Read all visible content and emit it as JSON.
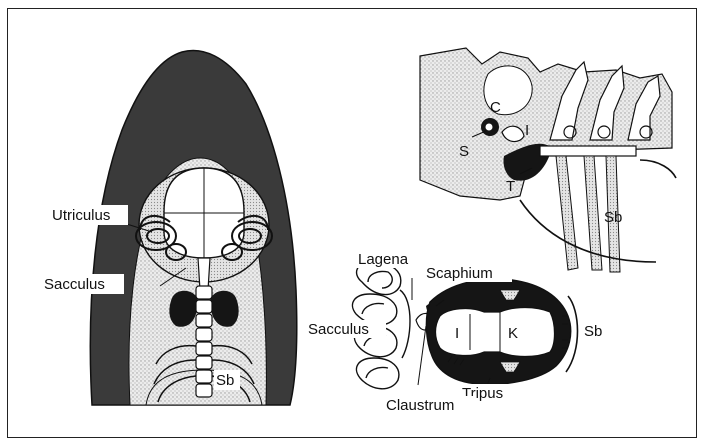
{
  "figure": {
    "colors": {
      "ink": "#111111",
      "dark": "#3a3a3a",
      "stipple": "#d6d6d6",
      "paper": "#ffffff"
    },
    "left_panel": {
      "labels": {
        "utriculus": "Utriculus",
        "sacculus": "Sacculus",
        "swimbladder": "Sb"
      }
    },
    "top_right_panel": {
      "labels": {
        "c": "C",
        "s": "S",
        "i": "I",
        "t": "T",
        "swimbladder": "Sb"
      }
    },
    "bottom_right_panel": {
      "labels": {
        "lagena": "Lagena",
        "scaphium": "Scaphium",
        "sacculus": "Sacculus",
        "i": "I",
        "k": "K",
        "swimbladder": "Sb",
        "tripus": "Tripus",
        "claustrum": "Claustrum"
      }
    }
  }
}
